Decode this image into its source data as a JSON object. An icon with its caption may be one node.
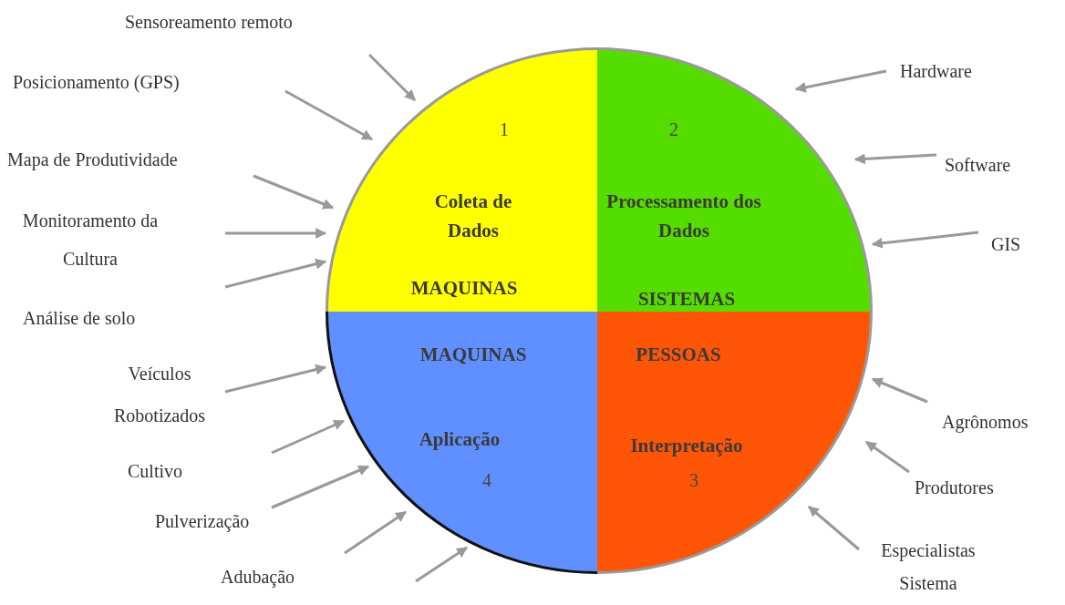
{
  "diagram": {
    "nodes": [
      {
        "text": [
          "1",
          "Coleta de Dados",
          "MAQUINAS"
        ]
      },
      {
        "text": [
          "2",
          "Processamento dos Dados",
          "SISTEMAS"
        ]
      },
      {
        "text": [
          "MAQUINAS",
          "Aplicação",
          "4"
        ]
      },
      {
        "text": [
          "PESSOAS",
          "Interpretação",
          "3"
        ]
      },
      {
        "text": [
          "Sensoreamento remoto"
        ]
      },
      {
        "text": [
          "Posicionamento (GPS)"
        ]
      },
      {
        "text": [
          "Mapa de Produtividade"
        ]
      },
      {
        "text": [
          "Monitoramento da Cultura"
        ]
      },
      {
        "text": [
          "Análise de solo"
        ]
      },
      {
        "text": [
          "Veículos Robotizados"
        ]
      },
      {
        "text": [
          "Cultivo"
        ]
      },
      {
        "text": [
          "Pulverização"
        ]
      },
      {
        "text": [
          "Adubação"
        ]
      },
      {
        "text": [
          "Hardware"
        ]
      },
      {
        "text": [
          "Software"
        ]
      },
      {
        "text": [
          "GIS"
        ]
      },
      {
        "text": [
          "Agrônomos"
        ]
      },
      {
        "text": [
          "Produtores"
        ]
      },
      {
        "text": [
          "Especialistas Sistema"
        ]
      }
    ],
    "edges": [
      {
        "from": null,
        "to": 0,
        "arrow": "to"
      },
      {
        "from": null,
        "to": 0,
        "arrow": "to"
      },
      {
        "from": null,
        "to": 0,
        "arrow": "to"
      },
      {
        "from": 7,
        "to": 0,
        "arrow": "to"
      },
      {
        "from": null,
        "to": 0,
        "arrow": "to"
      },
      {
        "from": 9,
        "to": 2,
        "arrow": "to"
      },
      {
        "from": null,
        "to": 2,
        "arrow": "to"
      },
      {
        "from": 11,
        "to": 2,
        "arrow": "to"
      },
      {
        "from": null,
        "to": 2,
        "arrow": "to"
      },
      {
        "from": null,
        "to": 2,
        "arrow": "to"
      },
      {
        "from": 13,
        "to": 1,
        "arrow": "to"
      },
      {
        "from": 14,
        "to": 1,
        "arrow": "to"
      },
      {
        "from": 15,
        "to": 1,
        "arrow": "to"
      },
      {
        "from": 16,
        "to": 3,
        "arrow": "to"
      },
      {
        "from": 17,
        "to": 3,
        "arrow": "to"
      },
      {
        "from": 18,
        "to": 3,
        "arrow": "to"
      }
    ]
  }
}
